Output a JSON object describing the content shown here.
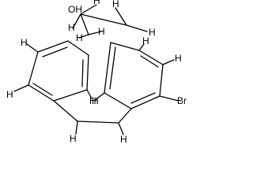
{
  "diagram": {
    "type": "chemical-structure",
    "atom_labels": {
      "hydroxyl": "OH",
      "bromine": "Br",
      "hydrogen": "H"
    },
    "colors": {
      "bond": "#000000",
      "label": "#000000",
      "background": "#ffffff"
    }
  }
}
